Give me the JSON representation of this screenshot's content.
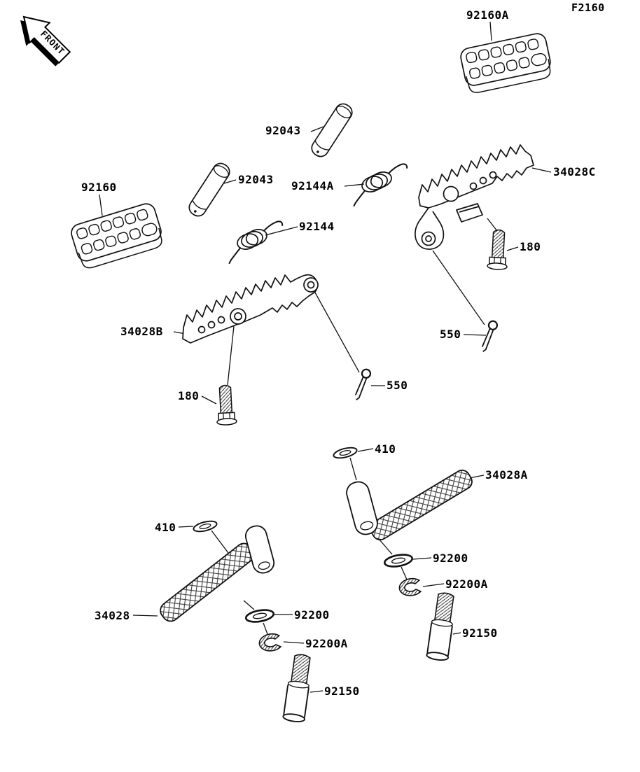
{
  "figure": {
    "code": "F2160",
    "front_label": "FRONT"
  },
  "callouts": [
    {
      "part": "92160A",
      "component": "footpeg-pad-right"
    },
    {
      "part": "92043",
      "component": "pin-upper"
    },
    {
      "part": "92043",
      "component": "pin-lower"
    },
    {
      "part": "92144A",
      "component": "spring-right"
    },
    {
      "part": "34028C",
      "component": "footpeg-right"
    },
    {
      "part": "180",
      "component": "bolt-right"
    },
    {
      "part": "92160",
      "component": "footpeg-pad-left"
    },
    {
      "part": "92144",
      "component": "spring-left"
    },
    {
      "part": "34028B",
      "component": "footpeg-left"
    },
    {
      "part": "550",
      "component": "cotter-pin-right"
    },
    {
      "part": "550",
      "component": "cotter-pin-left"
    },
    {
      "part": "180",
      "component": "bolt-left"
    },
    {
      "part": "410",
      "component": "washer-upper"
    },
    {
      "part": "34028A",
      "component": "footrest-bracket-right"
    },
    {
      "part": "92200",
      "component": "washer-right"
    },
    {
      "part": "92200A",
      "component": "clip-right"
    },
    {
      "part": "92150",
      "component": "bolt-lower-right"
    },
    {
      "part": "410",
      "component": "washer-lower"
    },
    {
      "part": "34028",
      "component": "footrest-bracket-left"
    },
    {
      "part": "92200",
      "component": "washer-left"
    },
    {
      "part": "92200A",
      "component": "clip-left"
    },
    {
      "part": "92150",
      "component": "bolt-lower-left"
    }
  ]
}
